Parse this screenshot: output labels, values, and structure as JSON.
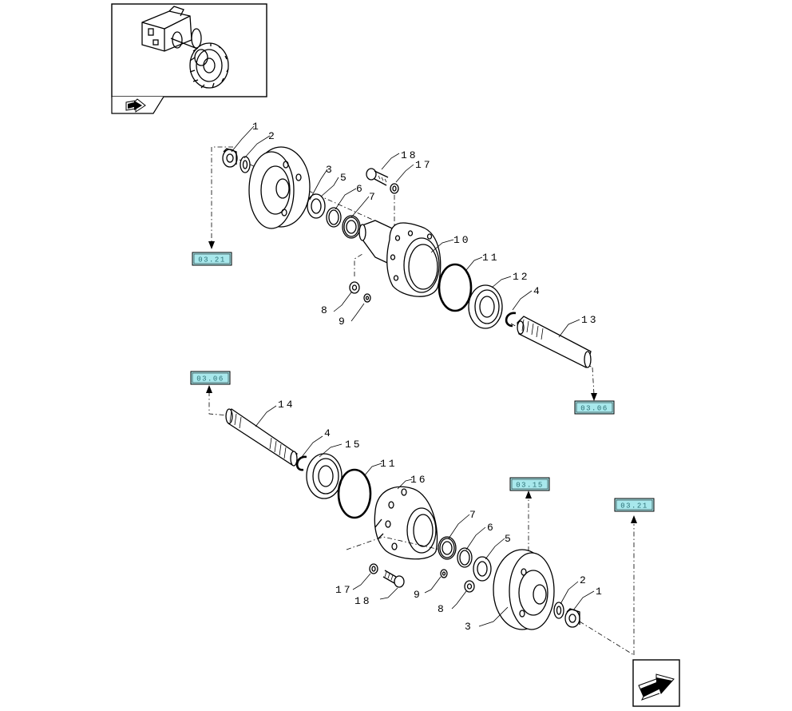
{
  "refs": {
    "r1": "03.21",
    "r2": "03.06",
    "r3": "03.06",
    "r4": "03.15",
    "r5": "03.21"
  },
  "callouts": {
    "c1": "1",
    "c2": "2",
    "c3": "3",
    "c5": "5",
    "c6": "6",
    "c7": "7",
    "c18": "18",
    "c17": "17",
    "c10": "10",
    "c11": "11",
    "c12": "12",
    "c4": "4",
    "c13": "13",
    "c8": "8",
    "c9": "9",
    "d14": "14",
    "d4": "4",
    "d15": "15",
    "d11": "11",
    "d16": "16",
    "d7": "7",
    "d6": "6",
    "d5": "5",
    "d2": "2",
    "d1": "1",
    "d17": "17",
    "d18": "18",
    "d9": "9",
    "d8": "8",
    "d3": "3"
  },
  "icons": {
    "thumbnail": "tractor-axle-thumbnail-icon",
    "prev": "previous-page-arrow-icon",
    "next": "next-page-arrow-icon"
  }
}
